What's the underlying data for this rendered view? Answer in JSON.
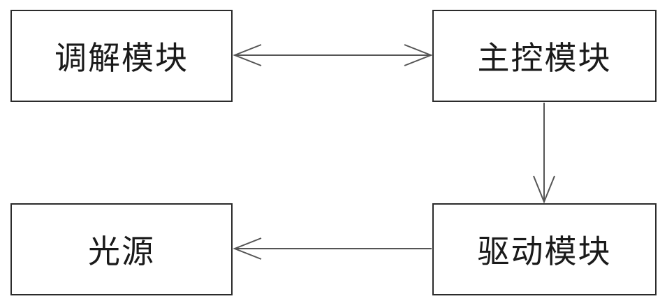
{
  "nodes": {
    "demodulation": {
      "label": "调解模块"
    },
    "main_control": {
      "label": "主控模块"
    },
    "light_source": {
      "label": "光源"
    },
    "driver": {
      "label": "驱动模块"
    }
  },
  "edges": [
    {
      "from": "demodulation",
      "to": "main_control",
      "direction": "bidirectional"
    },
    {
      "from": "main_control",
      "to": "driver",
      "direction": "forward"
    },
    {
      "from": "driver",
      "to": "light_source",
      "direction": "forward"
    }
  ],
  "colors": {
    "border": "#2b2b2b",
    "line": "#555555",
    "text": "#1a1a1a",
    "background": "#ffffff"
  }
}
